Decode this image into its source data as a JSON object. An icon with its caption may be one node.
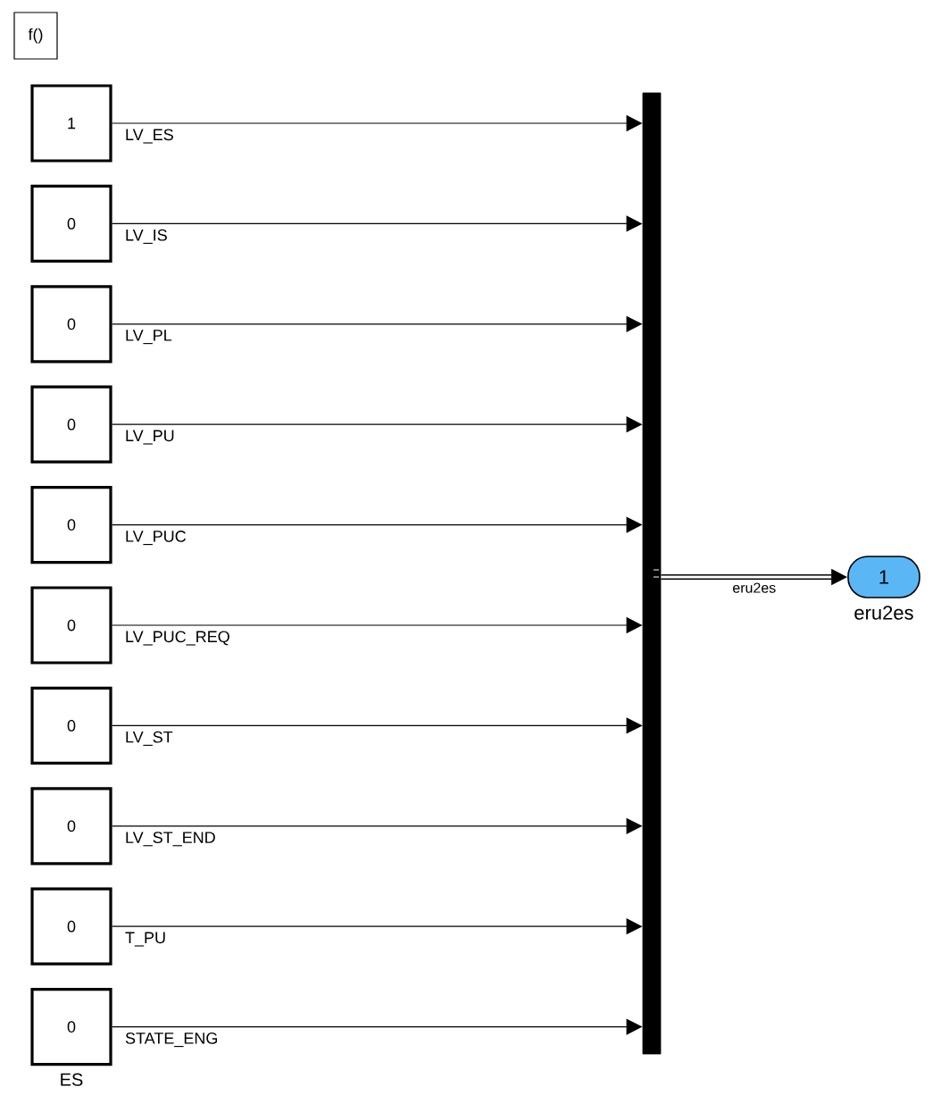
{
  "diagram": {
    "nodes": [
      {
        "text": [
          "f()"
        ]
      },
      {
        "text": [
          "1"
        ]
      },
      {
        "text": [
          "0"
        ]
      },
      {
        "text": [
          "0"
        ]
      },
      {
        "text": [
          "0"
        ]
      },
      {
        "text": [
          "0"
        ]
      },
      {
        "text": [
          "0"
        ]
      },
      {
        "text": [
          "0"
        ]
      },
      {
        "text": [
          "0"
        ]
      },
      {
        "text": [
          "0"
        ]
      },
      {
        "text": [
          "0"
        ],
        "beside": [
          "ES"
        ]
      },
      {
        "text": [],
        "shape": "bar"
      },
      {
        "text": [
          "1"
        ],
        "beside": [
          "eru2es"
        ]
      }
    ],
    "edges": [
      {
        "from": 1,
        "to": 11,
        "arrow": "to",
        "label": "LV_ES"
      },
      {
        "from": 2,
        "to": 11,
        "arrow": "to",
        "label": "LV_IS"
      },
      {
        "from": 3,
        "to": 11,
        "arrow": "to",
        "label": "LV_PL"
      },
      {
        "from": 4,
        "to": 11,
        "arrow": "to",
        "label": "LV_PU"
      },
      {
        "from": 5,
        "to": 11,
        "arrow": "to",
        "label": "LV_PUC"
      },
      {
        "from": 6,
        "to": 11,
        "arrow": "to",
        "label": "LV_PUC_REQ"
      },
      {
        "from": 7,
        "to": 11,
        "arrow": "to",
        "label": "LV_ST"
      },
      {
        "from": 8,
        "to": 11,
        "arrow": "to",
        "label": "LV_ST_END"
      },
      {
        "from": 9,
        "to": 11,
        "arrow": "to",
        "label": "T_PU"
      },
      {
        "from": 10,
        "to": 11,
        "arrow": "to",
        "label": "STATE_ENG"
      },
      {
        "from": 11,
        "to": 12,
        "arrow": "to",
        "label": "eru2es",
        "style": "thick"
      }
    ]
  }
}
